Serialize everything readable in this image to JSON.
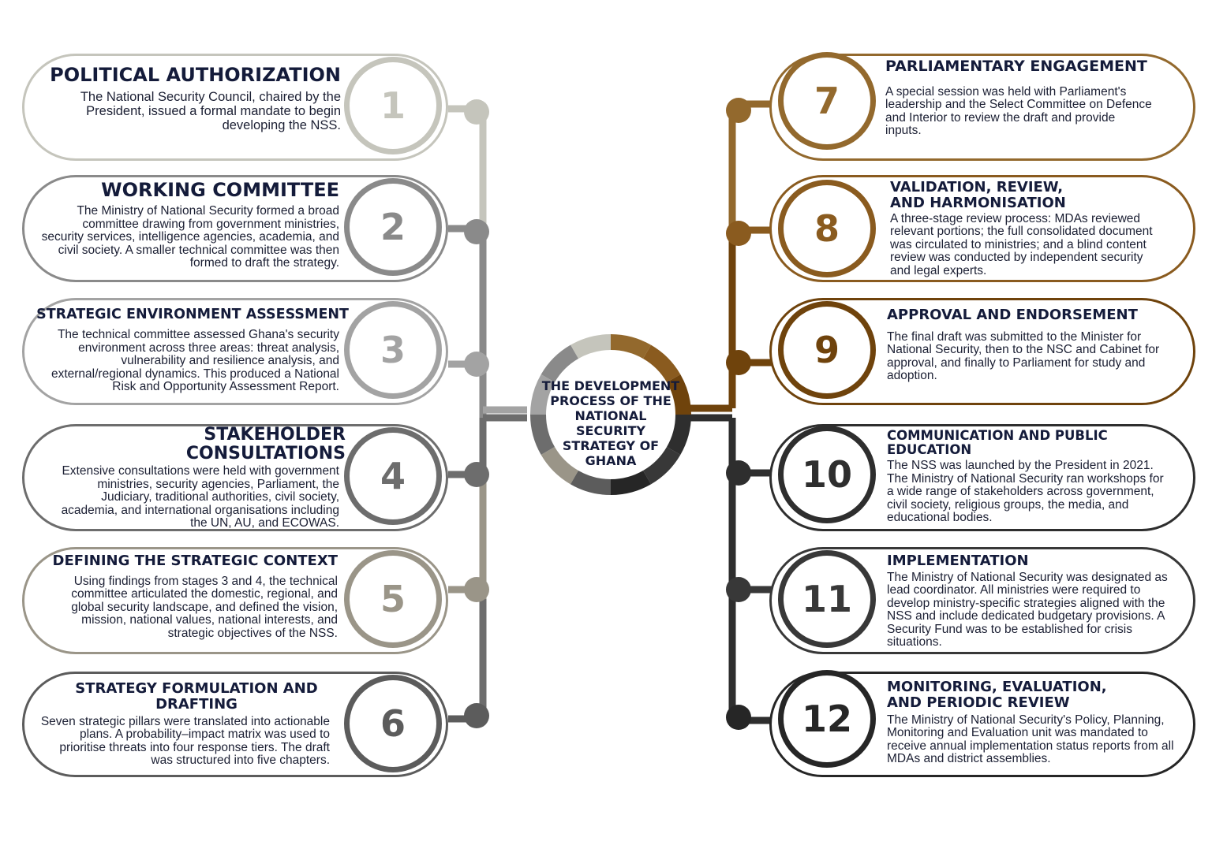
{
  "diagram": {
    "center_title": "THE DEVELOPMENT PROCESS OF THE NATIONAL SECURITY STRATEGY OF GHANA",
    "colors": {
      "light_gray": "#c5c5bc",
      "mid_gray": "#8a8a8a",
      "gray": "#a3a3a3",
      "dark_gray": "#6d6d6d",
      "taupe": "#9a9588",
      "charcoal": "#5c5c5c",
      "bronze_light": "#93692d",
      "bronze": "#8a5b1f",
      "brown": "#6f430c",
      "black_gray": "#2e2e2e",
      "near_black": "#383838",
      "black": "#262626",
      "navy_text": "#141b3a"
    },
    "stages": [
      {
        "number": "1",
        "title": "POLITICAL AUTHORIZATION",
        "description": "The National Security Council, chaired by the President, issued a formal mandate to begin developing the NSS."
      },
      {
        "number": "2",
        "title": "WORKING COMMITTEE",
        "description": "The Ministry of National Security formed a broad committee drawing from government ministries, security services, intelligence agencies, academia, and civil society. A smaller technical committee was then formed to draft the strategy."
      },
      {
        "number": "3",
        "title": "STRATEGIC ENVIRONMENT ASSESSMENT",
        "description": "The technical committee assessed Ghana's security environment across three areas: threat analysis, vulnerability and resilience analysis, and external/regional dynamics. This produced a National Risk and Opportunity Assessment Report."
      },
      {
        "number": "4",
        "title": "STAKEHOLDER CONSULTATIONS",
        "description": "Extensive consultations were held with government ministries, security agencies, Parliament, the Judiciary, traditional authorities, civil society, academia, and international organisations including the UN, AU, and ECOWAS."
      },
      {
        "number": "5",
        "title": "DEFINING THE STRATEGIC CONTEXT",
        "description": "Using findings from stages 3 and 4, the technical committee articulated the domestic, regional, and global security landscape, and defined the vision, mission, national values, national interests, and strategic objectives of the NSS."
      },
      {
        "number": "6",
        "title": "STRATEGY FORMULATION AND DRAFTING",
        "description": "Seven strategic pillars were translated into actionable plans. A probability–impact matrix was used to prioritise threats into four response tiers. The draft was structured into five chapters."
      },
      {
        "number": "7",
        "title": "PARLIAMENTARY ENGAGEMENT",
        "description": "A special session was held with Parliament's leadership and the Select Committee on Defence and Interior to review the draft and provide inputs."
      },
      {
        "number": "8",
        "title": "VALIDATION, REVIEW, AND HARMONISATION",
        "description": "A three-stage review process: MDAs reviewed relevant portions; the full consolidated document was circulated to ministries; and a blind content review was conducted by independent security and legal experts."
      },
      {
        "number": "9",
        "title": "APPROVAL AND ENDORSEMENT",
        "description": "The final draft was submitted to the Minister for National Security, then to the NSC and Cabinet for approval, and finally to Parliament for study and adoption."
      },
      {
        "number": "10",
        "title": "COMMUNICATION AND PUBLIC EDUCATION",
        "description": "The NSS was launched by the President in 2021. The Ministry of National Security ran workshops for a wide range of stakeholders across government, civil society, religious groups, the media, and educational bodies."
      },
      {
        "number": "11",
        "title": "IMPLEMENTATION",
        "description": "The Ministry of National Security was designated as lead coordinator. All ministries were required to develop ministry-specific strategies aligned with the NSS and include dedicated budgetary provisions. A Security Fund was to be established for crisis situations."
      },
      {
        "number": "12",
        "title": "MONITORING, EVALUATION, AND PERIODIC REVIEW",
        "description": "The Ministry of National Security's Policy, Planning, Monitoring and Evaluation unit was mandated to receive annual implementation status reports from all MDAs and district assemblies."
      }
    ]
  }
}
